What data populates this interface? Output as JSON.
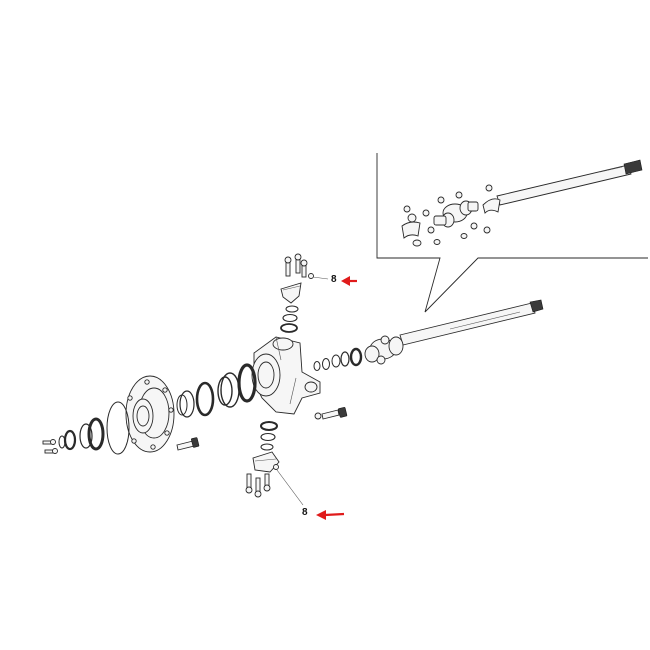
{
  "callouts": [
    {
      "id": "upper",
      "label": "8"
    },
    {
      "id": "lower",
      "label": "8"
    }
  ],
  "colors": {
    "arrow": "#e01b1b",
    "line": "#2a2a2a",
    "background": "#ffffff"
  }
}
